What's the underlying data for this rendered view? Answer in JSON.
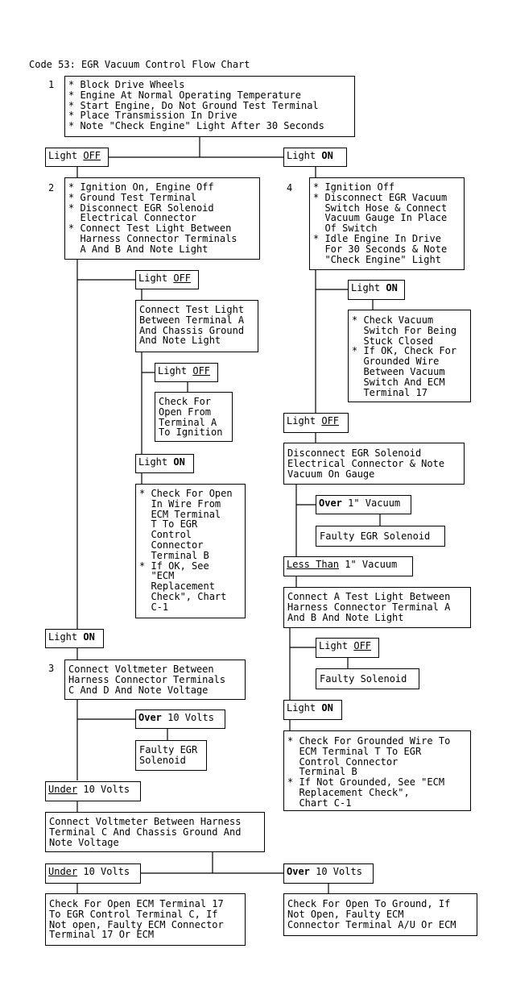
{
  "title": "Code 53: EGR Vacuum Control Flow Chart",
  "steps": {
    "s1": {
      "num": "1",
      "text": "* Block Drive Wheels\n* Engine At Normal Operating Temperature\n* Start Engine, Do Not Ground Test Terminal\n* Place Transmission In Drive\n* Note \"Check Engine\" Light After 30 Seconds"
    },
    "s2": {
      "num": "2",
      "text": "* Ignition On, Engine Off\n* Ground Test Terminal\n* Disconnect EGR Solenoid\n  Electrical Connector\n* Connect Test Light Between\n  Harness Connector Terminals\n  A And B And Note Light"
    },
    "s3": {
      "num": "3",
      "text": "Connect Voltmeter Between\nHarness Connector Terminals\nC And D And Note Voltage"
    },
    "s4": {
      "num": "4",
      "text": "* Ignition Off\n* Disconnect EGR Vacuum\n  Switch Hose & Connect\n  Vacuum Gauge In Place\n  Of Switch\n* Idle Engine In Drive\n  For 30 Seconds & Note\n  \"Check Engine\" Light"
    }
  },
  "labels": {
    "light": "Light",
    "off": "OFF",
    "on": "ON",
    "over": "Over",
    "under": "Under",
    "less_than": "Less Than",
    "one_inch_vacuum": " 1\" Vacuum",
    "ten_volts": " 10 Volts"
  },
  "boxes": {
    "connect_chassis": "Connect Test Light\nBetween Terminal A\nAnd Chassis Ground\nAnd Note Light",
    "check_open_ign": "Check For\nOpen From\nTerminal A\nTo Ignition",
    "check_open_wire": "* Check For Open\n  In Wire From\n  ECM Terminal\n  T To EGR\n  Control\n  Connector\n  Terminal B\n* If OK, See\n  \"ECM\n  Replacement\n  Check\", Chart\n  C-1",
    "faulty_egr_sol_left": "Faulty EGR\nSolenoid",
    "connect_c_chassis": "Connect Voltmeter Between Harness\nTerminal C And Chassis Ground And\nNote Voltage",
    "check_open_ecm17": "Check For Open ECM Terminal 17\nTo EGR Control Terminal C, If\nNot open, Faulty ECM Connector\nTerminal 17 Or ECM",
    "check_vac_switch": "* Check Vacuum\n  Switch For Being\n  Stuck Closed\n* If OK, Check For\n  Grounded Wire\n  Between Vacuum\n  Switch And ECM\n  Terminal 17",
    "disc_egr_sol": "Disconnect EGR Solenoid\nElectrical Connector & Note\nVacuum On Gauge",
    "faulty_egr_sol_right": "Faulty EGR Solenoid",
    "connect_a_b": "Connect A Test Light Between\nHarness Connector Terminal A\nAnd B And Note Light",
    "faulty_solenoid": "Faulty Solenoid",
    "check_grounded_t": "* Check For Grounded Wire To\n  ECM Terminal T To EGR\n  Control Connector\n  Terminal B\n* If Not Grounded, See \"ECM\n  Replacement Check\",\n  Chart C-1",
    "check_open_ground": "Check For Open To Ground, If\nNot Open, Faulty ECM\nConnector Terminal A/U Or ECM"
  }
}
